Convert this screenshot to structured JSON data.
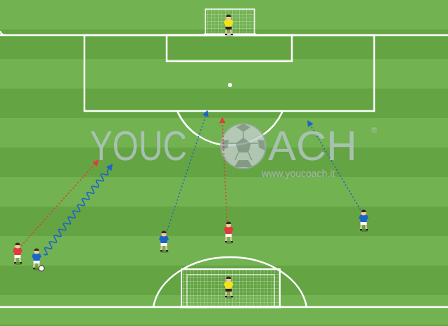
{
  "diagram": {
    "labels": [
      "YOUC",
      "ACH",
      "®",
      "www.youcoach.it"
    ]
  }
}
